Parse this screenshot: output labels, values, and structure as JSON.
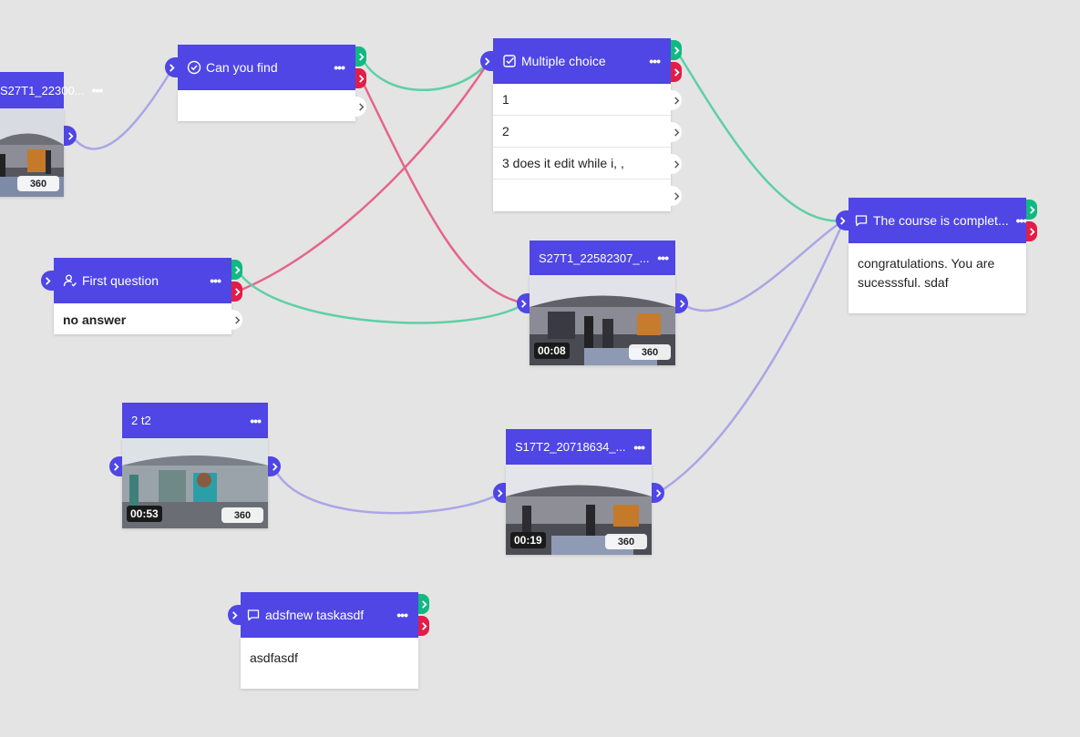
{
  "colors": {
    "canvas": "#e4e4e4",
    "node_header": "#4f46e5",
    "port_green": "#10b981",
    "port_red": "#e11d48",
    "edge_green": "#5ecfa6",
    "edge_red": "#e5658a",
    "edge_blue": "#aaa6e6"
  },
  "nodes": {
    "video_left": {
      "title": "S27T1_22300...",
      "badge": "360"
    },
    "can_you_find": {
      "title": "Can you find",
      "icon": "check-circle-icon"
    },
    "multiple_choice": {
      "title": "Multiple choice",
      "icon": "checkbox-icon",
      "options": [
        "1",
        "2",
        "3 does it edit while i, ,",
        ""
      ]
    },
    "course_complete": {
      "title": "The course is complet...",
      "icon": "message-icon",
      "body": "congratulations. You are sucesssful. sdaf"
    },
    "first_question": {
      "title": "First question",
      "icon": "user-check-icon",
      "answer": "no answer"
    },
    "video_s27t1": {
      "title": "S27T1_22582307_...",
      "duration": "00:08",
      "badge": "360"
    },
    "video_2t2": {
      "title": "2 t2",
      "duration": "00:53",
      "badge": "360"
    },
    "video_s17t2": {
      "title": "S17T2_20718634_...",
      "duration": "00:19",
      "badge": "360"
    },
    "adsf_task": {
      "title": "adsfnew taskasdf",
      "icon": "message-icon",
      "body": "asdfasdf"
    }
  },
  "menu_label": "•••"
}
